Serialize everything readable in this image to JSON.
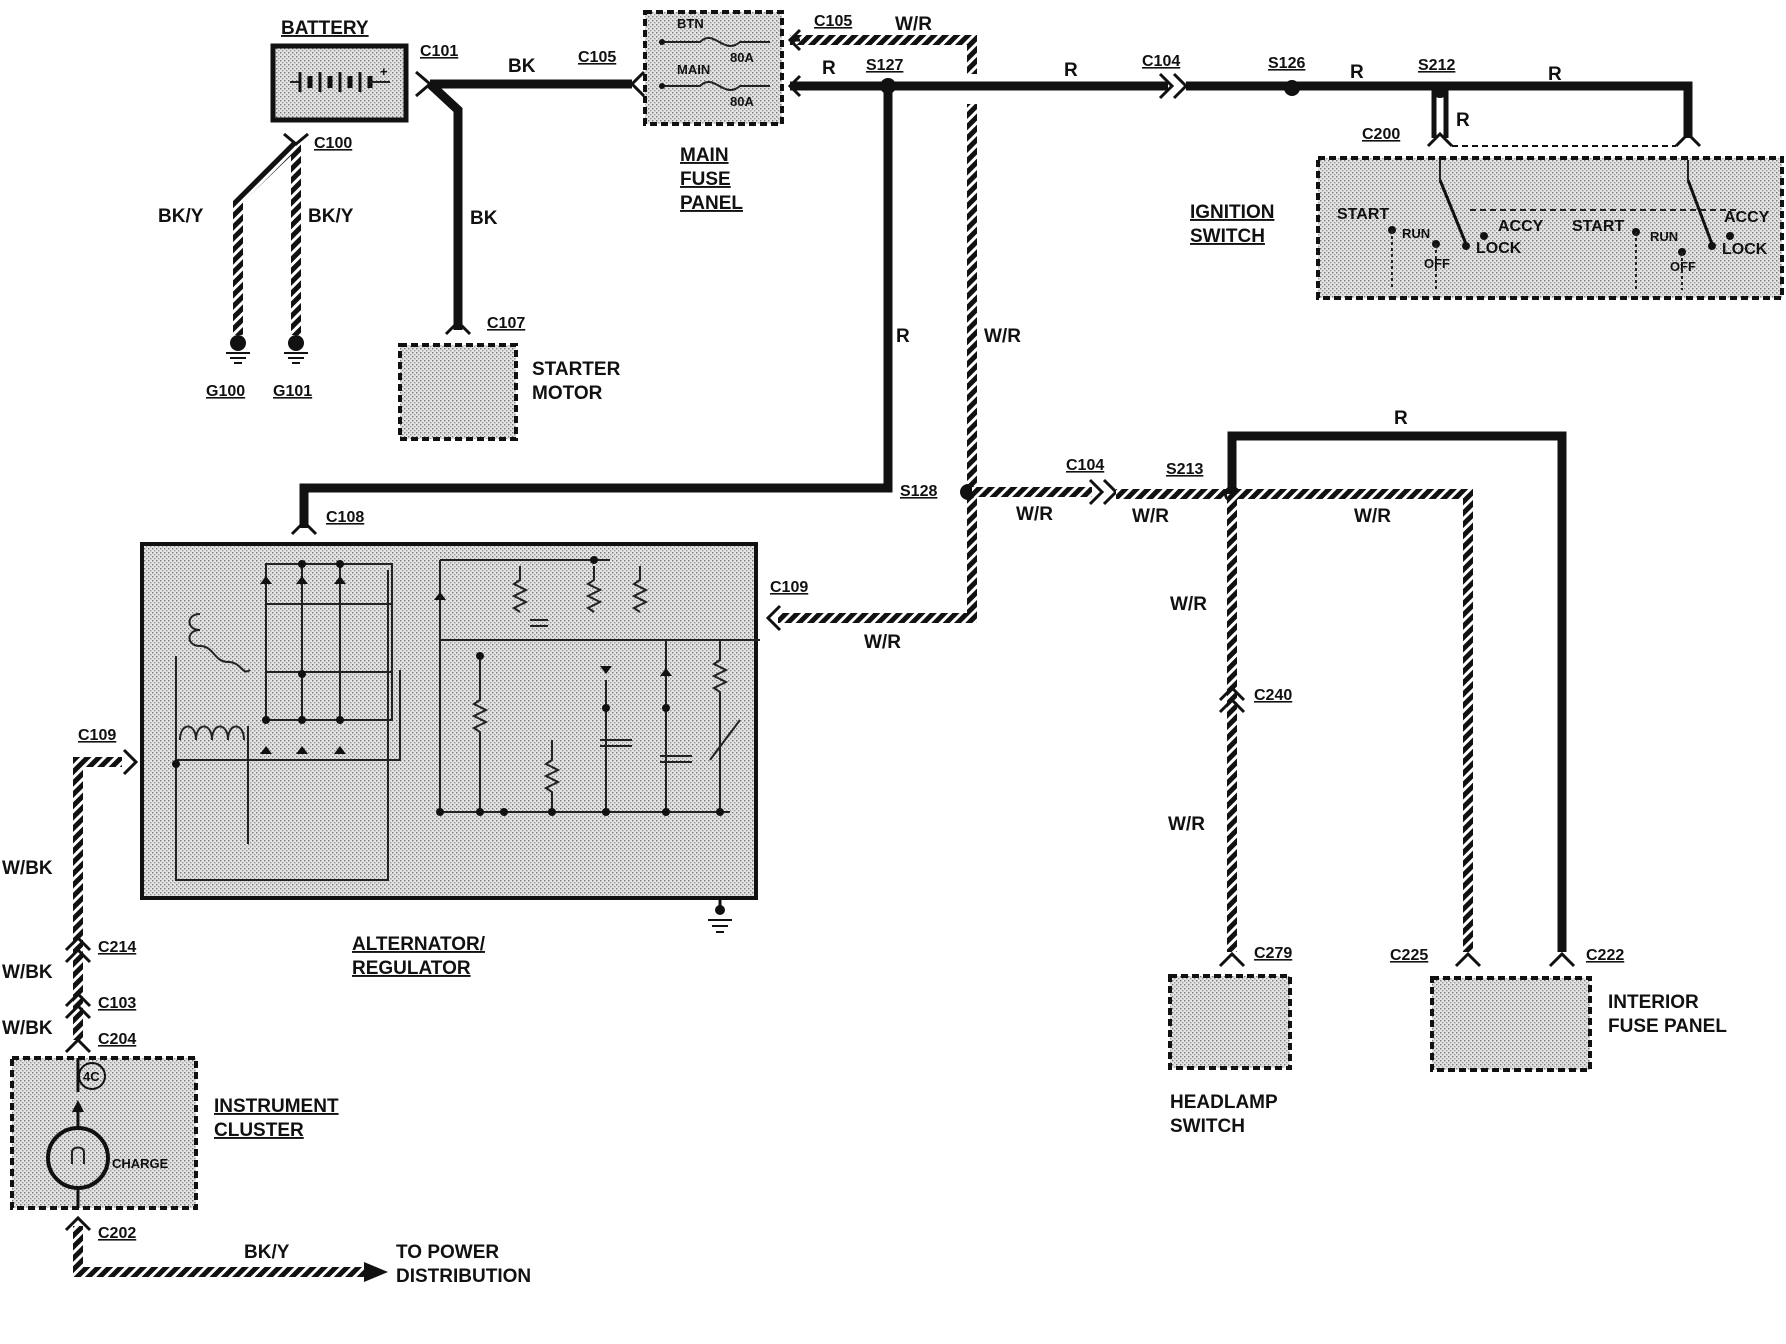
{
  "components": {
    "battery": "BATTERY",
    "main_fuse_panel": [
      "MAIN",
      "FUSE",
      "PANEL"
    ],
    "fuse_btn": "BTN",
    "fuse_main": "MAIN",
    "fuse_btn_rating": "80A",
    "fuse_main_rating": "80A",
    "ignition_switch": [
      "IGNITION",
      "SWITCH"
    ],
    "starter_motor": [
      "STARTER",
      "MOTOR"
    ],
    "alternator": [
      "ALTERNATOR/",
      "REGULATOR"
    ],
    "instrument_cluster": [
      "INSTRUMENT",
      "CLUSTER"
    ],
    "charge": "CHARGE",
    "lamp_code": "4C",
    "headlamp_switch": [
      "HEADLAMP",
      "SWITCH"
    ],
    "interior_fuse_panel": [
      "INTERIOR",
      "FUSE PANEL"
    ],
    "to_power_distribution": [
      "TO POWER",
      "DISTRIBUTION"
    ]
  },
  "ignition_positions": {
    "start": "START",
    "run": "RUN",
    "off": "OFF",
    "accy": "ACCY",
    "lock": "LOCK"
  },
  "connectors": {
    "c101": "C101",
    "c105_a": "C105",
    "c105_b": "C105",
    "c100": "C100",
    "c107": "C107",
    "c104_a": "C104",
    "c104_b": "C104",
    "c200": "C200",
    "c108": "C108",
    "c109_a": "C109",
    "c109_b": "C109",
    "c214": "C214",
    "c103": "C103",
    "c204": "C204",
    "c202": "C202",
    "c240": "C240",
    "c279": "C279",
    "c225": "C225",
    "c222": "C222"
  },
  "splices": {
    "s127": "S127",
    "s126": "S126",
    "s212": "S212",
    "s128": "S128",
    "s213": "S213"
  },
  "grounds": {
    "g100": "G100",
    "g101": "G101"
  },
  "wire_colors": {
    "bk": "BK",
    "bky": "BK/Y",
    "r": "R",
    "wr": "W/R",
    "wbk": "W/BK"
  }
}
